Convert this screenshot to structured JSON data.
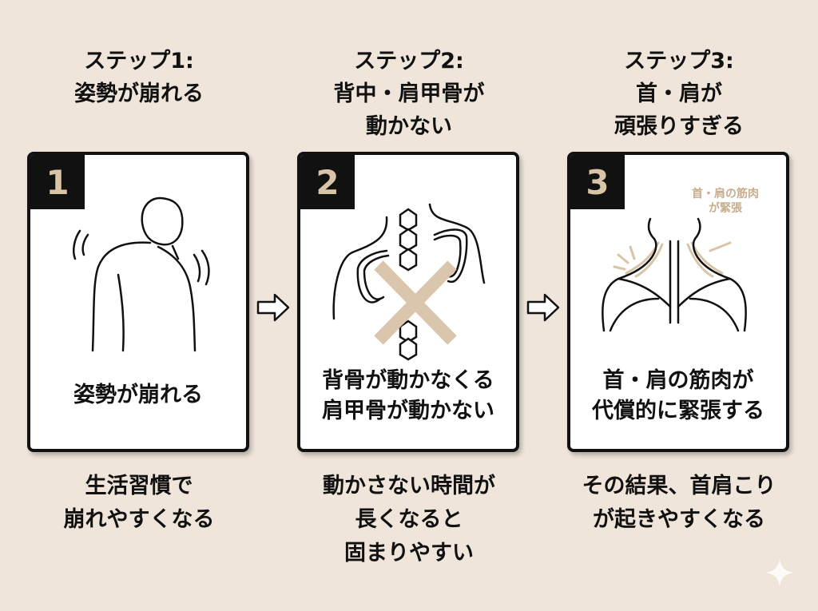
{
  "steps": [
    {
      "number": "1",
      "heading": [
        "ステップ1:",
        "姿勢が崩れる"
      ],
      "caption": [
        "姿勢が崩れる"
      ],
      "description": [
        "生活習慣で",
        "崩れやすくなる"
      ]
    },
    {
      "number": "2",
      "heading": [
        "ステップ2:",
        "背中・肩甲骨が",
        "動かない"
      ],
      "caption": [
        "背骨が動かなくる",
        "肩甲骨が動かない"
      ],
      "description": [
        "動かさない時間が",
        "長くなると",
        "固まりやすい"
      ]
    },
    {
      "number": "3",
      "heading": [
        "ステップ3:",
        "首・肩が",
        "頑張りすぎる"
      ],
      "caption": [
        "首・肩の筋肉が",
        "代償的に緊張する"
      ],
      "description": [
        "その結果、首肩こり",
        "が起きやすくなる"
      ],
      "annotation": [
        "首・肩の筋肉",
        "が緊張"
      ]
    }
  ],
  "colors": {
    "background": "#efe5da",
    "accent": "#d9c4a8",
    "ink": "#111111"
  }
}
